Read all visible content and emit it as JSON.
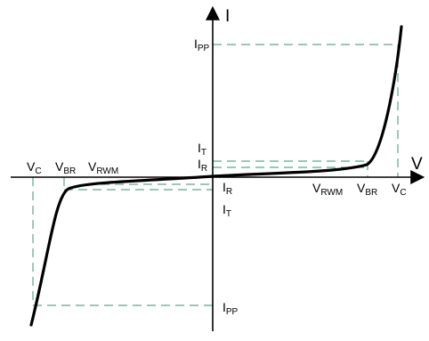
{
  "diagram": {
    "axes": {
      "y_label": "I",
      "x_label": "V"
    },
    "labels": {
      "ipp_top": {
        "main": "I",
        "sub": "PP"
      },
      "it_top": {
        "main": "I",
        "sub": "T"
      },
      "ir_top": {
        "main": "I",
        "sub": "R"
      },
      "vc_left": {
        "main": "V",
        "sub": "C"
      },
      "vbr_left": {
        "main": "V",
        "sub": "BR"
      },
      "vrwm_left": {
        "main": "V",
        "sub": "RWM"
      },
      "ir_bottom": {
        "main": "I",
        "sub": "R"
      },
      "it_bottom": {
        "main": "I",
        "sub": "T"
      },
      "vrwm_right": {
        "main": "V",
        "sub": "RWM"
      },
      "vbr_right": {
        "main": "V",
        "sub": "BR"
      },
      "vc_right": {
        "main": "V",
        "sub": "C"
      },
      "ipp_bottom": {
        "main": "I",
        "sub": "PP"
      }
    },
    "colors": {
      "curve": "#000000",
      "axes": "#000000",
      "guides": "#5aa88a"
    }
  }
}
